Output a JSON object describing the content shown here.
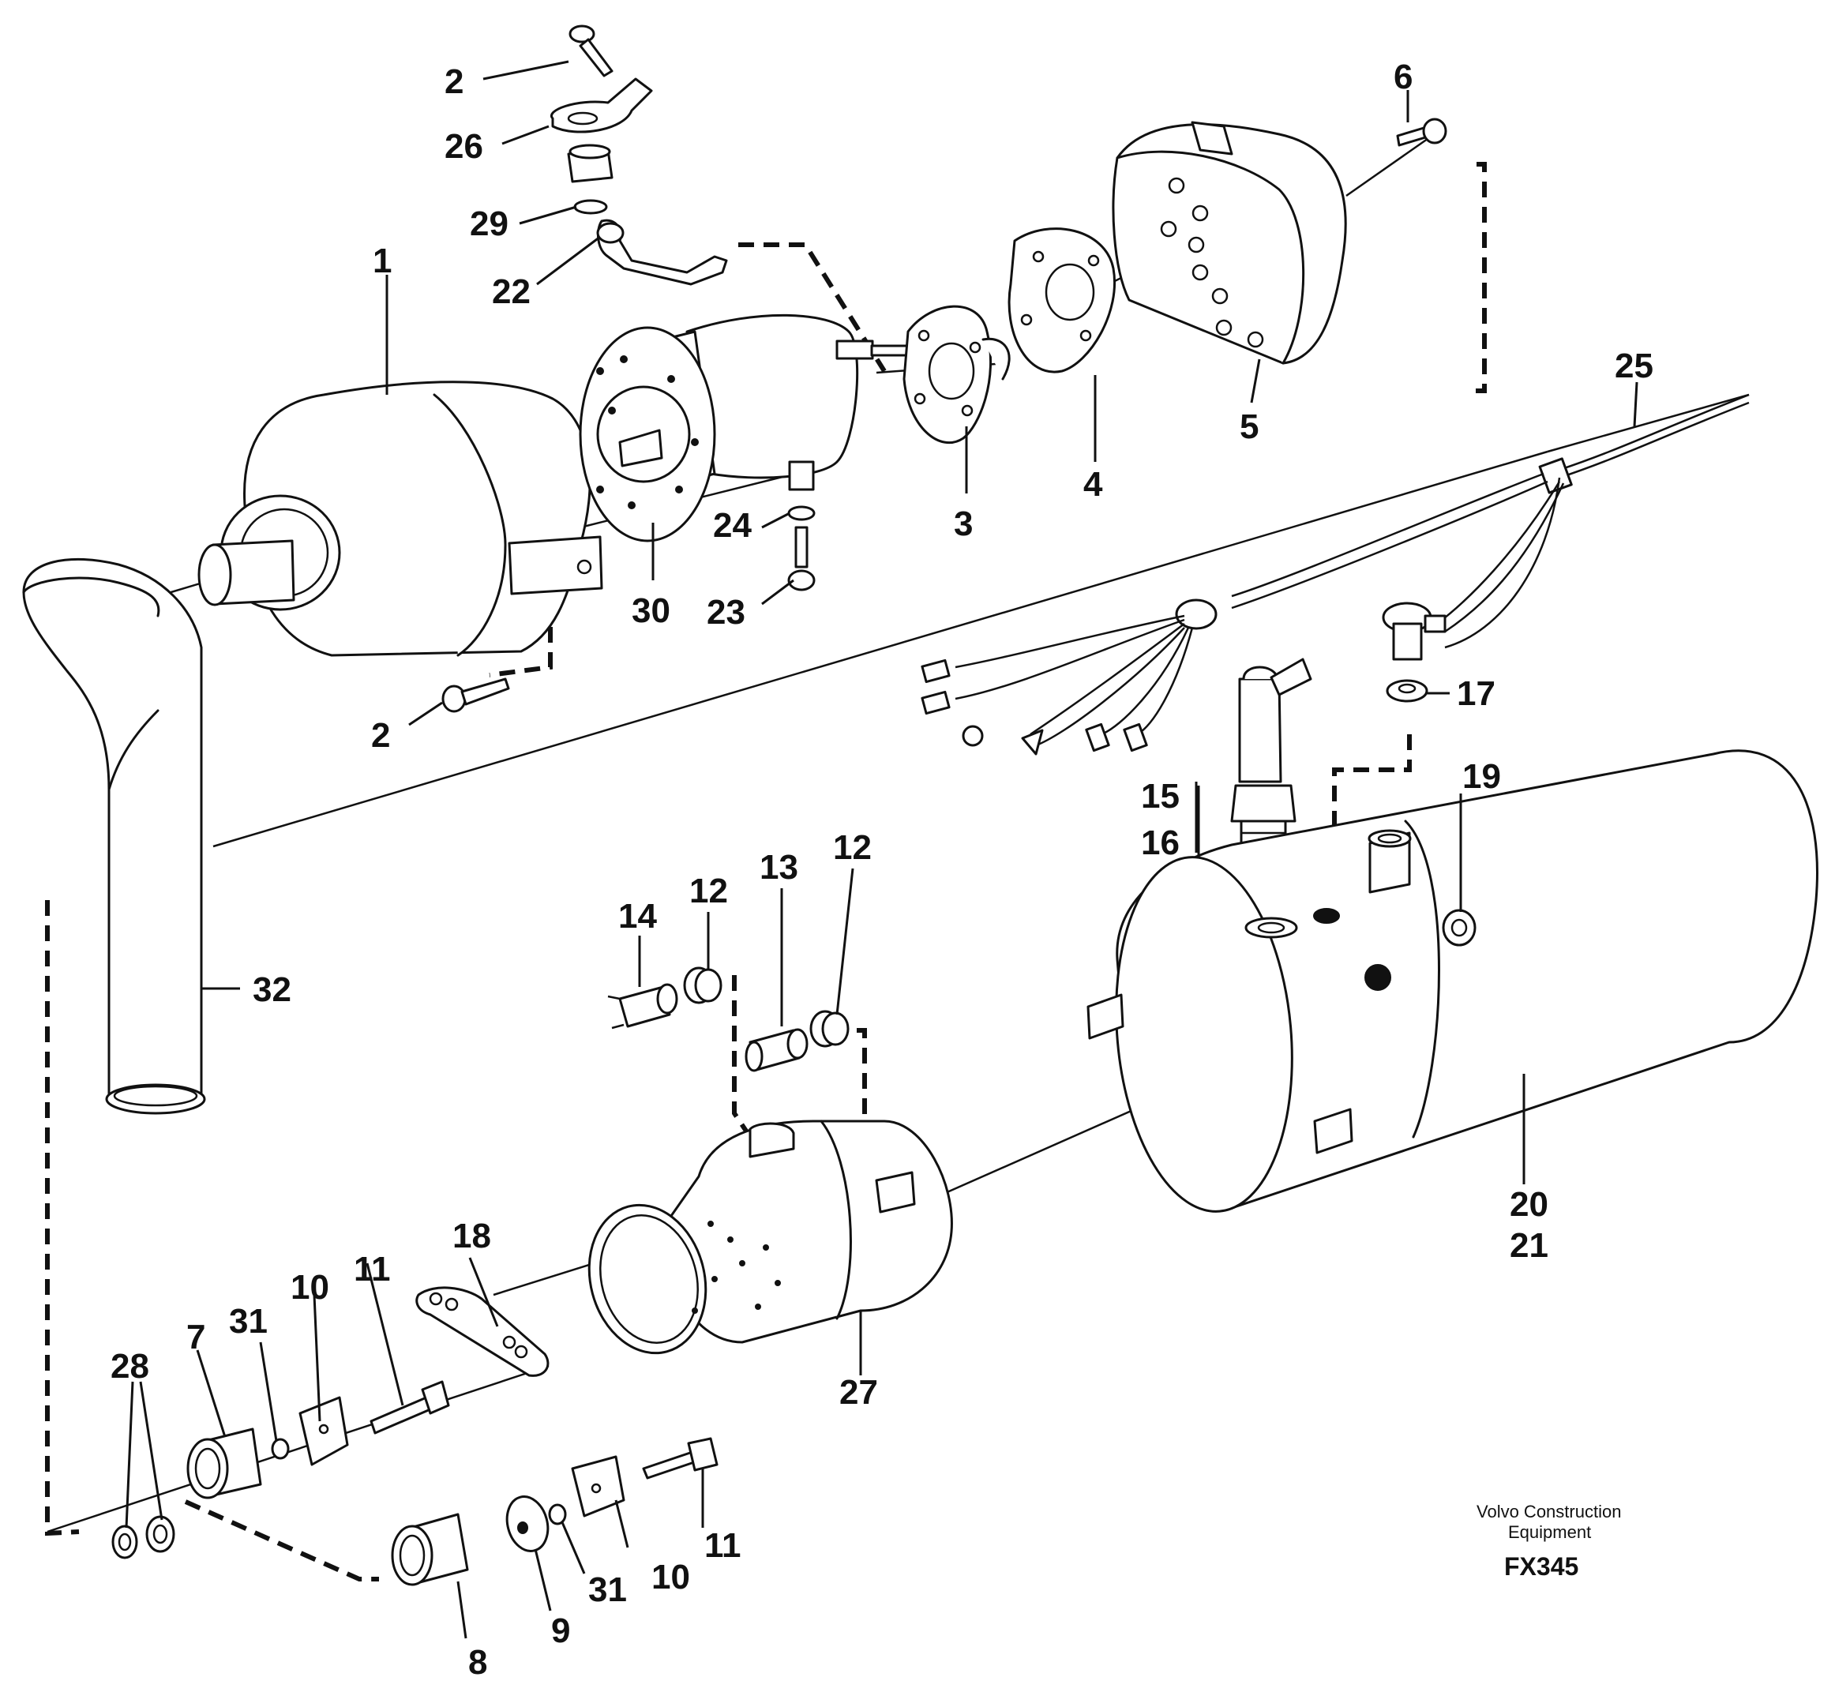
{
  "callouts": {
    "c1": "1",
    "c2a": "2",
    "c2b": "2",
    "c3": "3",
    "c4": "4",
    "c5": "5",
    "c6": "6",
    "c7": "7",
    "c8": "8",
    "c9": "9",
    "c10a": "10",
    "c10b": "10",
    "c11a": "11",
    "c11b": "11",
    "c12a": "12",
    "c12b": "12",
    "c13": "13",
    "c14": "14",
    "c15": "15",
    "c16": "16",
    "c17": "17",
    "c18": "18",
    "c19": "19",
    "c20": "20",
    "c21": "21",
    "c22": "22",
    "c23": "23",
    "c24": "24",
    "c25": "25",
    "c26": "26",
    "c27": "27",
    "c28": "28",
    "c29": "29",
    "c30": "30",
    "c31a": "31",
    "c31b": "31",
    "c32": "32"
  },
  "footer": {
    "brand_line1": "Volvo Construction",
    "brand_line2": "Equipment",
    "figure_code": "FX345"
  }
}
